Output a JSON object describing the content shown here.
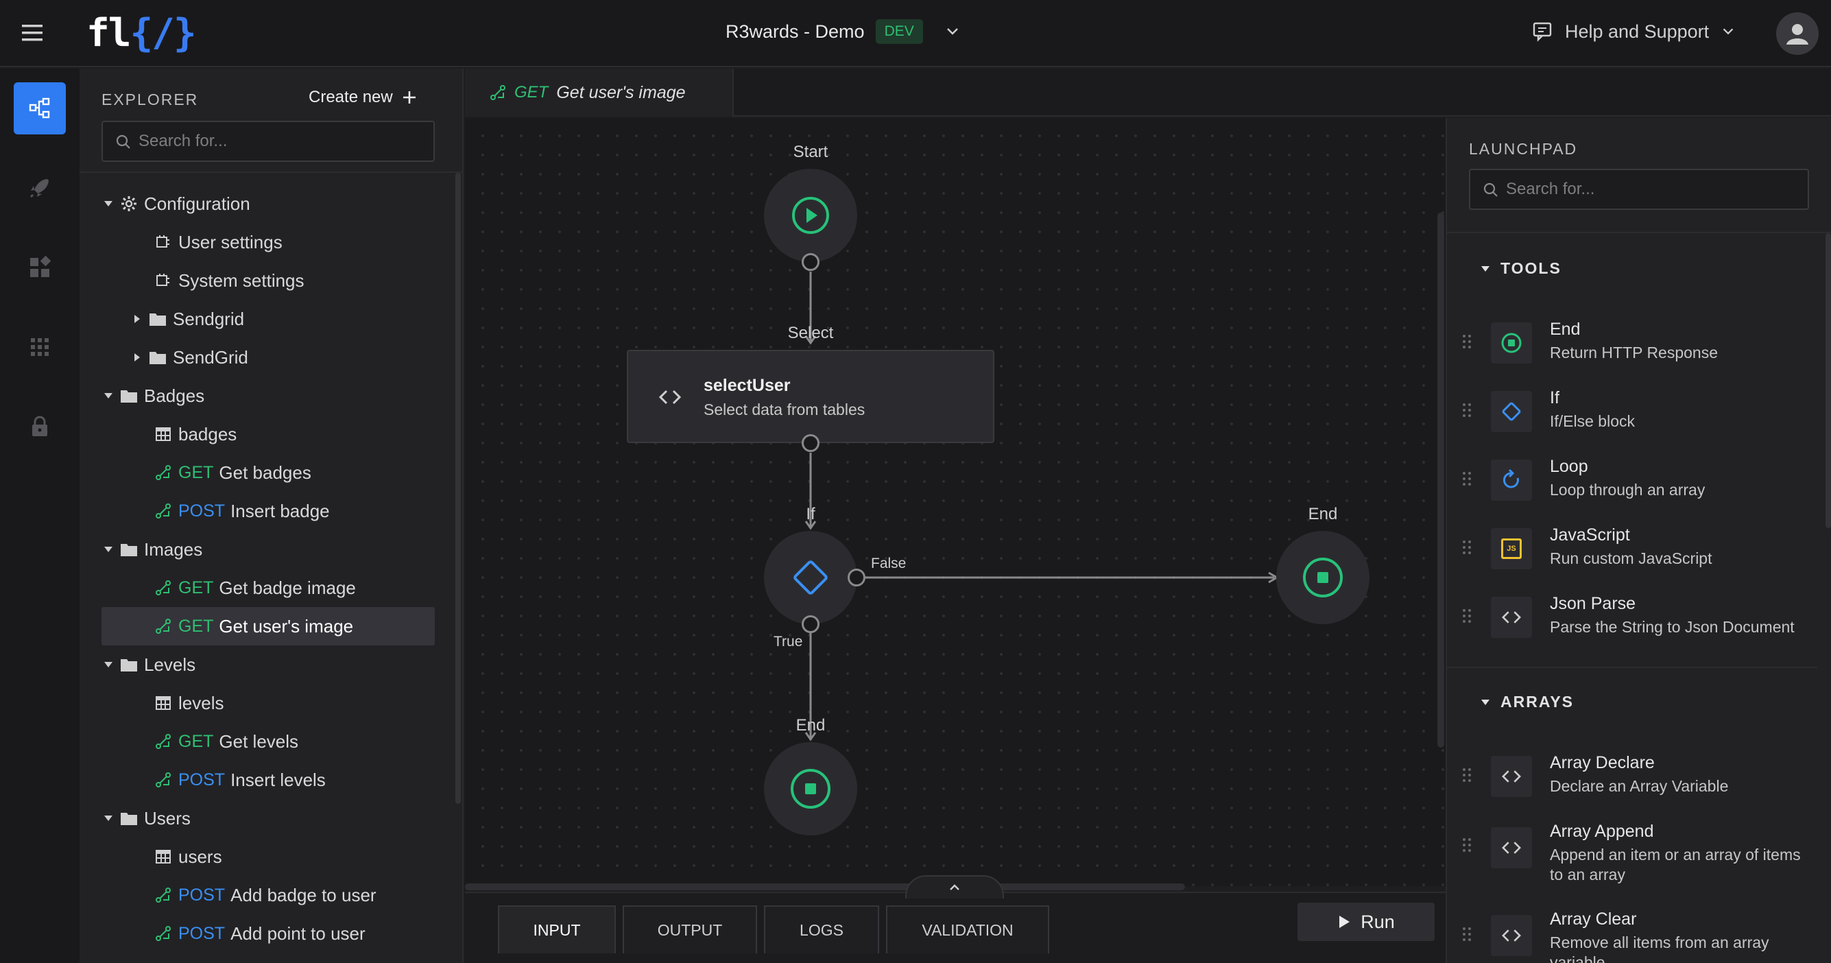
{
  "topbar": {
    "logo_main": "fl",
    "logo_accent": "{/}",
    "project_name": "R3wards - Demo",
    "env_badge": "DEV",
    "help_label": "Help and Support"
  },
  "explorer": {
    "title": "EXPLORER",
    "create_new_label": "Create new",
    "search_placeholder": "Search for...",
    "items": {
      "configuration": "Configuration",
      "user_settings": "User settings",
      "system_settings": "System settings",
      "sendgrid_lower": "Sendgrid",
      "sendgrid_upper": "SendGrid",
      "badges_folder": "Badges",
      "badges_table": "badges",
      "get_badges": "Get badges",
      "insert_badge": "Insert badge",
      "images_folder": "Images",
      "get_badge_image": "Get badge image",
      "get_users_image": "Get user's image",
      "levels_folder": "Levels",
      "levels_table": "levels",
      "get_levels": "Get levels",
      "insert_levels": "Insert levels",
      "users_folder": "Users",
      "users_table": "users",
      "add_badge_to_user": "Add badge to user",
      "add_point_to_user": "Add point to user"
    },
    "methods": {
      "get": "GET",
      "post": "POST"
    }
  },
  "editor": {
    "tab": {
      "method": "GET",
      "title": "Get user's image"
    },
    "nodes": {
      "start_label": "Start",
      "select_label": "Select",
      "select_title": "selectUser",
      "select_subtitle": "Select data from tables",
      "if_label": "If",
      "end_false_label": "End",
      "end_true_label": "End",
      "edge_false": "False",
      "edge_true": "True"
    },
    "bottom_tabs": [
      "INPUT",
      "OUTPUT",
      "LOGS",
      "VALIDATION"
    ],
    "run_label": "Run"
  },
  "launchpad": {
    "title": "LAUNCHPAD",
    "search_placeholder": "Search for...",
    "tools_section": "TOOLS",
    "tools": [
      {
        "name": "End",
        "desc": "Return HTTP Response"
      },
      {
        "name": "If",
        "desc": "If/Else block"
      },
      {
        "name": "Loop",
        "desc": "Loop through an array"
      },
      {
        "name": "JavaScript",
        "desc": "Run custom JavaScript"
      },
      {
        "name": "Json Parse",
        "desc": "Parse the String to Json Document"
      }
    ],
    "arrays_section": "ARRAYS",
    "arrays": [
      {
        "name": "Array Declare",
        "desc": "Declare an Array Variable"
      },
      {
        "name": "Array Append",
        "desc": "Append an item or an array of items to an array"
      },
      {
        "name": "Array Clear",
        "desc": "Remove all items from an array variable"
      }
    ],
    "js_badge": "JS"
  },
  "colors": {
    "accent_blue": "#2f7bf2",
    "get_green": "#2fbf71",
    "post_blue": "#3a8ff2",
    "node_green": "#27c27a"
  }
}
